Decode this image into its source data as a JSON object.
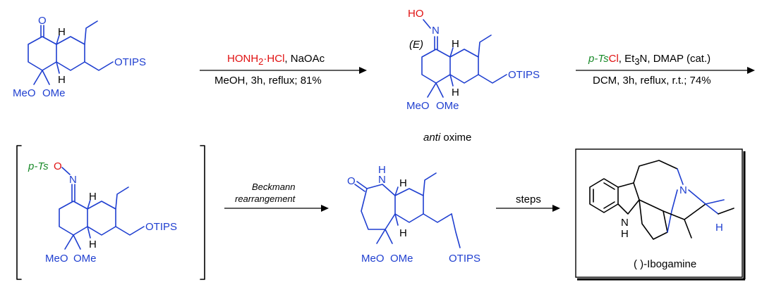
{
  "colors": {
    "bond": "#1f3fd0",
    "reagent_red": "#e01010",
    "reagent_green": "#1a8a2a",
    "text": "#000000"
  },
  "compounds": {
    "ketone": {
      "O": "O",
      "H_top": "H",
      "H_bottom": "H",
      "OTIPS": "OTIPS",
      "MeO": "MeO",
      "OMe": "OMe"
    },
    "oxime": {
      "HO": "HO",
      "N": "N",
      "E": "(E)",
      "H_top": "H",
      "H_bottom": "H",
      "OTIPS": "OTIPS",
      "MeO": "MeO",
      "OMe": "OMe",
      "caption_italic": "anti",
      "caption_rest": " oxime"
    },
    "tosyl_oxime": {
      "pTs": "p-Ts",
      "O": "O",
      "N": "N",
      "H_top": "H",
      "H_bottom": "H",
      "OTIPS": "OTIPS",
      "MeO": "MeO",
      "OMe": "OMe"
    },
    "lactam": {
      "O": "O",
      "N": "N",
      "H_N": "H",
      "H_top": "H",
      "H_bottom": "H",
      "OTIPS": "OTIPS",
      "MeO": "MeO",
      "OMe": "OMe"
    },
    "ibogamine": {
      "N": "N",
      "NH_N": "N",
      "NH_H": "H",
      "H": "H",
      "caption": "( )-Ibogamine"
    }
  },
  "arrows": {
    "step1": {
      "reagent_red": "HONH",
      "sub2": "2",
      "reagent_red2": "·HCl",
      "reagent_rest": ", NaOAc",
      "conditions": "MeOH, 3h, reflux; 81%"
    },
    "step2": {
      "reagent_green": "p-Ts",
      "reagent_red": "Cl",
      "reagent_rest": ", Et",
      "sub3": "3",
      "reagent_rest2": "N, DMAP (cat.)",
      "conditions": "DCM, 3h, reflux, r.t.; 74%"
    },
    "step3": {
      "line1": "Beckmann",
      "line2": "rearrangement"
    },
    "step4": {
      "label": "steps"
    }
  }
}
